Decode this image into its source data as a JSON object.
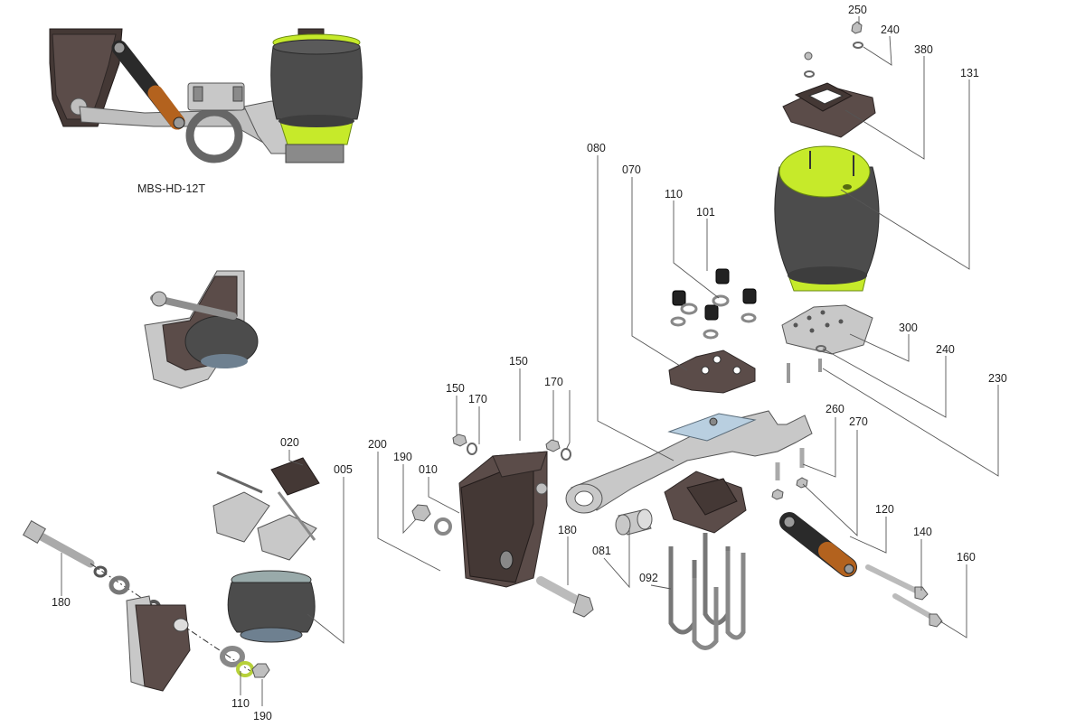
{
  "diagram": {
    "model_label": "MBS-HD-12T"
  },
  "callouts": [
    {
      "name": "callout-250",
      "text": "250"
    },
    {
      "name": "callout-240-top",
      "text": "240"
    },
    {
      "name": "callout-380",
      "text": "380"
    },
    {
      "name": "callout-131",
      "text": "131"
    },
    {
      "name": "callout-080",
      "text": "080"
    },
    {
      "name": "callout-070",
      "text": "070"
    },
    {
      "name": "callout-110-upper",
      "text": "110"
    },
    {
      "name": "callout-101",
      "text": "101"
    },
    {
      "name": "callout-300",
      "text": "300"
    },
    {
      "name": "callout-240-mid",
      "text": "240"
    },
    {
      "name": "callout-230",
      "text": "230"
    },
    {
      "name": "callout-150-left",
      "text": "150"
    },
    {
      "name": "callout-170-left",
      "text": "170"
    },
    {
      "name": "callout-150-right",
      "text": "150"
    },
    {
      "name": "callout-170-right",
      "text": "170"
    },
    {
      "name": "callout-260",
      "text": "260"
    },
    {
      "name": "callout-270",
      "text": "270"
    },
    {
      "name": "callout-020",
      "text": "020"
    },
    {
      "name": "callout-005",
      "text": "005"
    },
    {
      "name": "callout-200",
      "text": "200"
    },
    {
      "name": "callout-190-upper",
      "text": "190"
    },
    {
      "name": "callout-010",
      "text": "010"
    },
    {
      "name": "callout-180-mid",
      "text": "180"
    },
    {
      "name": "callout-120",
      "text": "120"
    },
    {
      "name": "callout-140",
      "text": "140"
    },
    {
      "name": "callout-160",
      "text": "160"
    },
    {
      "name": "callout-081",
      "text": "081"
    },
    {
      "name": "callout-092",
      "text": "092"
    },
    {
      "name": "callout-180-left",
      "text": "180"
    },
    {
      "name": "callout-110-lower",
      "text": "110"
    },
    {
      "name": "callout-190-lower",
      "text": "190"
    }
  ]
}
